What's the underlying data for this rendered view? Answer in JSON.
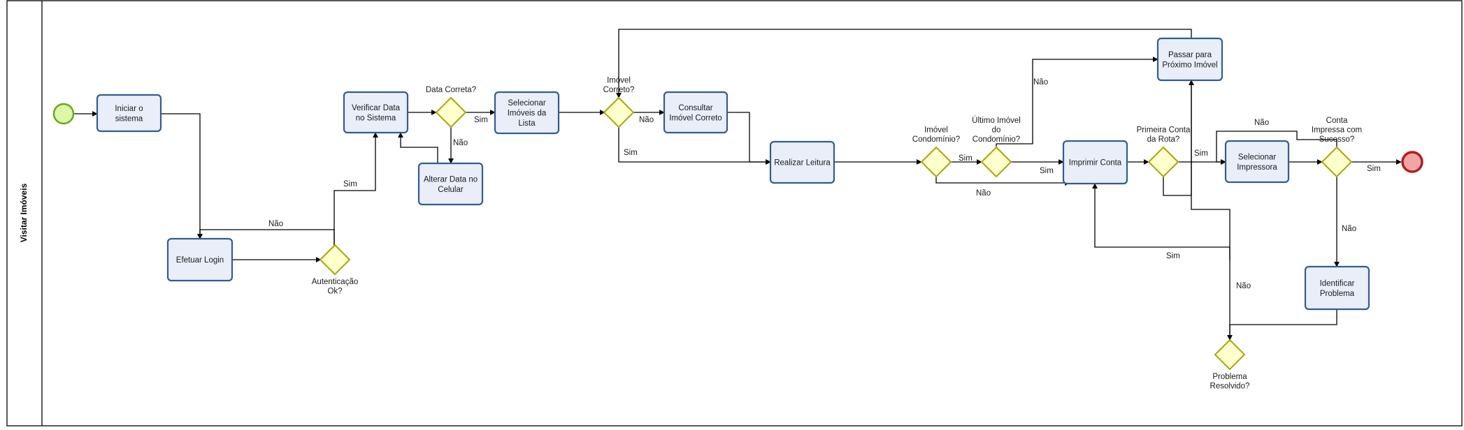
{
  "pool": {
    "lane_title": "Visitar Imóveis"
  },
  "events": {
    "start": {
      "kind": "start"
    },
    "end": {
      "kind": "end"
    }
  },
  "tasks": [
    {
      "id": "t-iniciar",
      "lines": [
        "Iniciar o",
        "sistema"
      ]
    },
    {
      "id": "t-login",
      "lines": [
        "Efetuar Login"
      ]
    },
    {
      "id": "t-verificar",
      "lines": [
        "Verificar Data",
        "no Sistema"
      ]
    },
    {
      "id": "t-alterar",
      "lines": [
        "Alterar Data no",
        "Celular"
      ]
    },
    {
      "id": "t-selecionar-imoveis",
      "lines": [
        "Selecionar",
        "Imóveis da",
        "Lista"
      ]
    },
    {
      "id": "t-consultar",
      "lines": [
        "Consultar",
        "Imóvel Correto"
      ]
    },
    {
      "id": "t-leitura",
      "lines": [
        "Realizar Leitura"
      ]
    },
    {
      "id": "t-imprimir",
      "lines": [
        "Imprimir Conta"
      ]
    },
    {
      "id": "t-passar",
      "lines": [
        "Passar para",
        "Próximo Imóvel"
      ]
    },
    {
      "id": "t-impressora",
      "lines": [
        "Selecionar",
        "Impressora"
      ]
    },
    {
      "id": "t-identificar",
      "lines": [
        "Identificar",
        "Problema"
      ]
    }
  ],
  "gateways": [
    {
      "id": "g-autenticacao",
      "label": [
        "Autenticação",
        "Ok?"
      ]
    },
    {
      "id": "g-data",
      "label": [
        "Data Correta?"
      ]
    },
    {
      "id": "g-imovel",
      "label": [
        "Imóvel",
        "Correto?"
      ]
    },
    {
      "id": "g-condominio",
      "label": [
        "Imóvel",
        "Condomínio?"
      ]
    },
    {
      "id": "g-ultimo",
      "label": [
        "Último Imóvel",
        "do",
        "Condomínio?"
      ]
    },
    {
      "id": "g-primeira",
      "label": [
        "Primeira Conta",
        "da Rota?"
      ]
    },
    {
      "id": "g-sucesso",
      "label": [
        "Conta",
        "Impressa com",
        "Sucesso?"
      ]
    },
    {
      "id": "g-problema",
      "label": [
        "Problema",
        "Resolvido?"
      ]
    }
  ],
  "edge_labels": {
    "sim": "Sim",
    "nao": "Não"
  }
}
